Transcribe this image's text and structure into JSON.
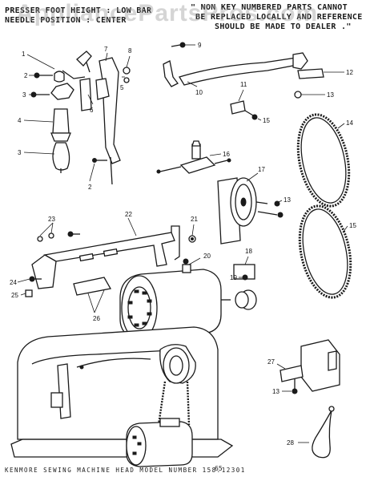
{
  "header": {
    "left_line1": "PRESSER FOOT HEIGHT : LOW BAR",
    "left_line2": "NEEDLE POSITION : CENTER",
    "right_line1": "\" NON KEY NUMBERED PARTS CANNOT",
    "right_line2": "BE REPLACED LOCALLY AND REFERENCE",
    "right_line3": "SHOULD BE MADE TO DEALER .\""
  },
  "watermark": "AppliancePartsPros.com",
  "callouts": {
    "c1": "1",
    "c2": "2",
    "c3": "3",
    "c4": "4",
    "c5": "5",
    "c6": "6",
    "c7": "7",
    "c8": "8",
    "c9": "9",
    "c10": "10",
    "c11": "11",
    "c12": "12",
    "c13": "13",
    "c14": "14",
    "c15": "15",
    "c16": "16",
    "c17": "17",
    "c18": "18",
    "c19": "19",
    "c20": "20",
    "c21": "21",
    "c22": "22",
    "c23": "23",
    "c24": "24",
    "c25": "25",
    "c26": "26",
    "c27": "27",
    "c28": "28"
  },
  "footer": {
    "caption": "KENMORE SEWING MACHINE HEAD MODEL NUMBER 158.12301",
    "page": "65"
  },
  "colors": {
    "ink": "#1a1a1a",
    "paper": "#ffffff",
    "watermark": "#969696"
  }
}
